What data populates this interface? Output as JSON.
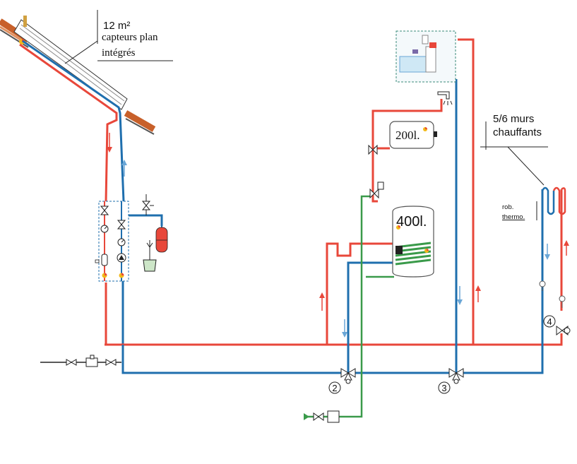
{
  "collectors": {
    "area": "12 m²",
    "line1": "capteurs plan",
    "line2": "intégrés"
  },
  "tank_small": {
    "label": "200l."
  },
  "tank_large": {
    "label": "400l."
  },
  "walls": {
    "line1": "5/6 murs",
    "line2": "chauffants"
  },
  "thermo": {
    "line1": "rob.",
    "line2": "thermo."
  },
  "valves": {
    "v2": "2",
    "v3": "3",
    "v4": "4"
  },
  "colors": {
    "hot": "#e8473a",
    "cold": "#1f6fae",
    "green": "#3a9a4a",
    "ink": "#222222"
  }
}
